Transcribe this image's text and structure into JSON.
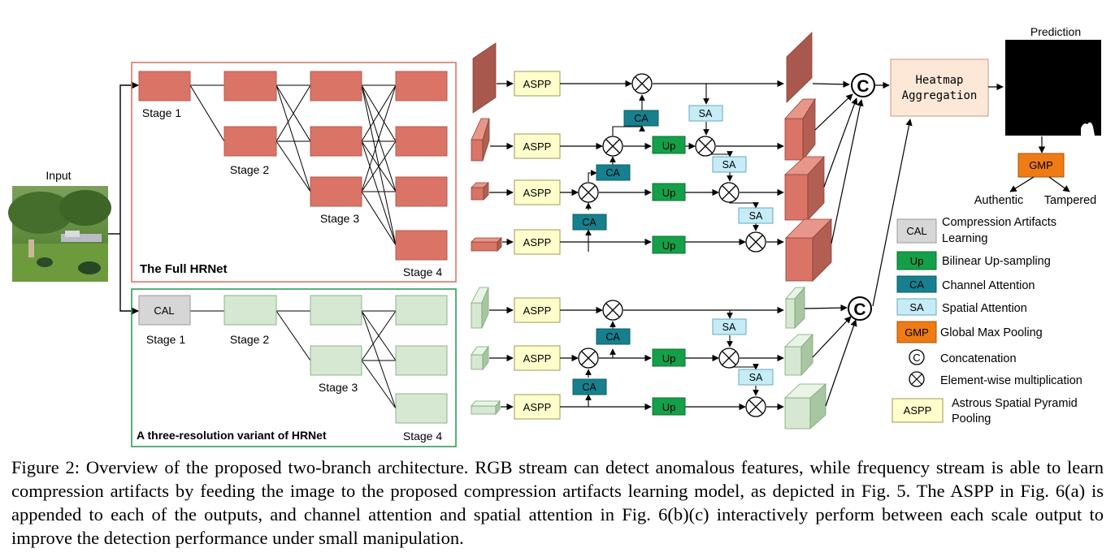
{
  "input": {
    "label": "Input"
  },
  "rgb_branch": {
    "title": "The Full HRNet",
    "stage1": "Stage 1",
    "stage2": "Stage 2",
    "stage3": "Stage 3",
    "stage4": "Stage 4"
  },
  "freq_branch": {
    "title": "A three-resolution variant of HRNet",
    "cal": "CAL",
    "stage1": "Stage 1",
    "stage2": "Stage 2",
    "stage3": "Stage 3",
    "stage4": "Stage 4"
  },
  "modules": {
    "aspp": "ASPP",
    "ca": "CA",
    "sa": "SA",
    "up": "Up",
    "gmp": "GMP",
    "concat": "C",
    "heatmap_line1": "Heatmap",
    "heatmap_line2": "Aggregation"
  },
  "outputs": {
    "prediction": "Prediction",
    "authentic": "Authentic",
    "tampered": "Tampered"
  },
  "legend": {
    "cal_key": "CAL",
    "cal_line1": "Compression Artifacts",
    "cal_line2": "Learning",
    "up_key": "Up",
    "up": "Bilinear Up-sampling",
    "ca_key": "CA",
    "ca": "Channel Attention",
    "sa_key": "SA",
    "sa": "Spatial Attention",
    "gmp_key": "GMP",
    "gmp": "Global Max Pooling",
    "concat_key": "C",
    "concat": "Concatenation",
    "mult": "Element-wise multiplication",
    "aspp_key": "ASPP",
    "aspp_line1": "Astrous Spatial Pyramid",
    "aspp_line2": "Pooling"
  },
  "colors": {
    "rgb_block": "#da7466",
    "freq_block": "#d6e8d2",
    "cal_block": "#d6d6d6",
    "aspp": "#ffffcc",
    "up": "#14a048",
    "ca": "#17808f",
    "sa": "#c5ecf7",
    "gmp": "#ee7b14",
    "heatmap": "#fde8d8",
    "rgb_frame": "#d9776a",
    "freq_frame": "#2e9c5a"
  },
  "caption": "Figure 2: Overview of the proposed two-branch architecture. RGB stream can detect anomalous features, while frequency stream is able to learn compression artifacts by feeding the image to the proposed compression artifacts learning model, as depicted in Fig. 5. The ASPP in Fig. 6(a) is appended to each of the outputs, and channel attention and spatial attention in Fig. 6(b)(c) interactively perform between each scale output to improve the detection performance under small manipulation."
}
